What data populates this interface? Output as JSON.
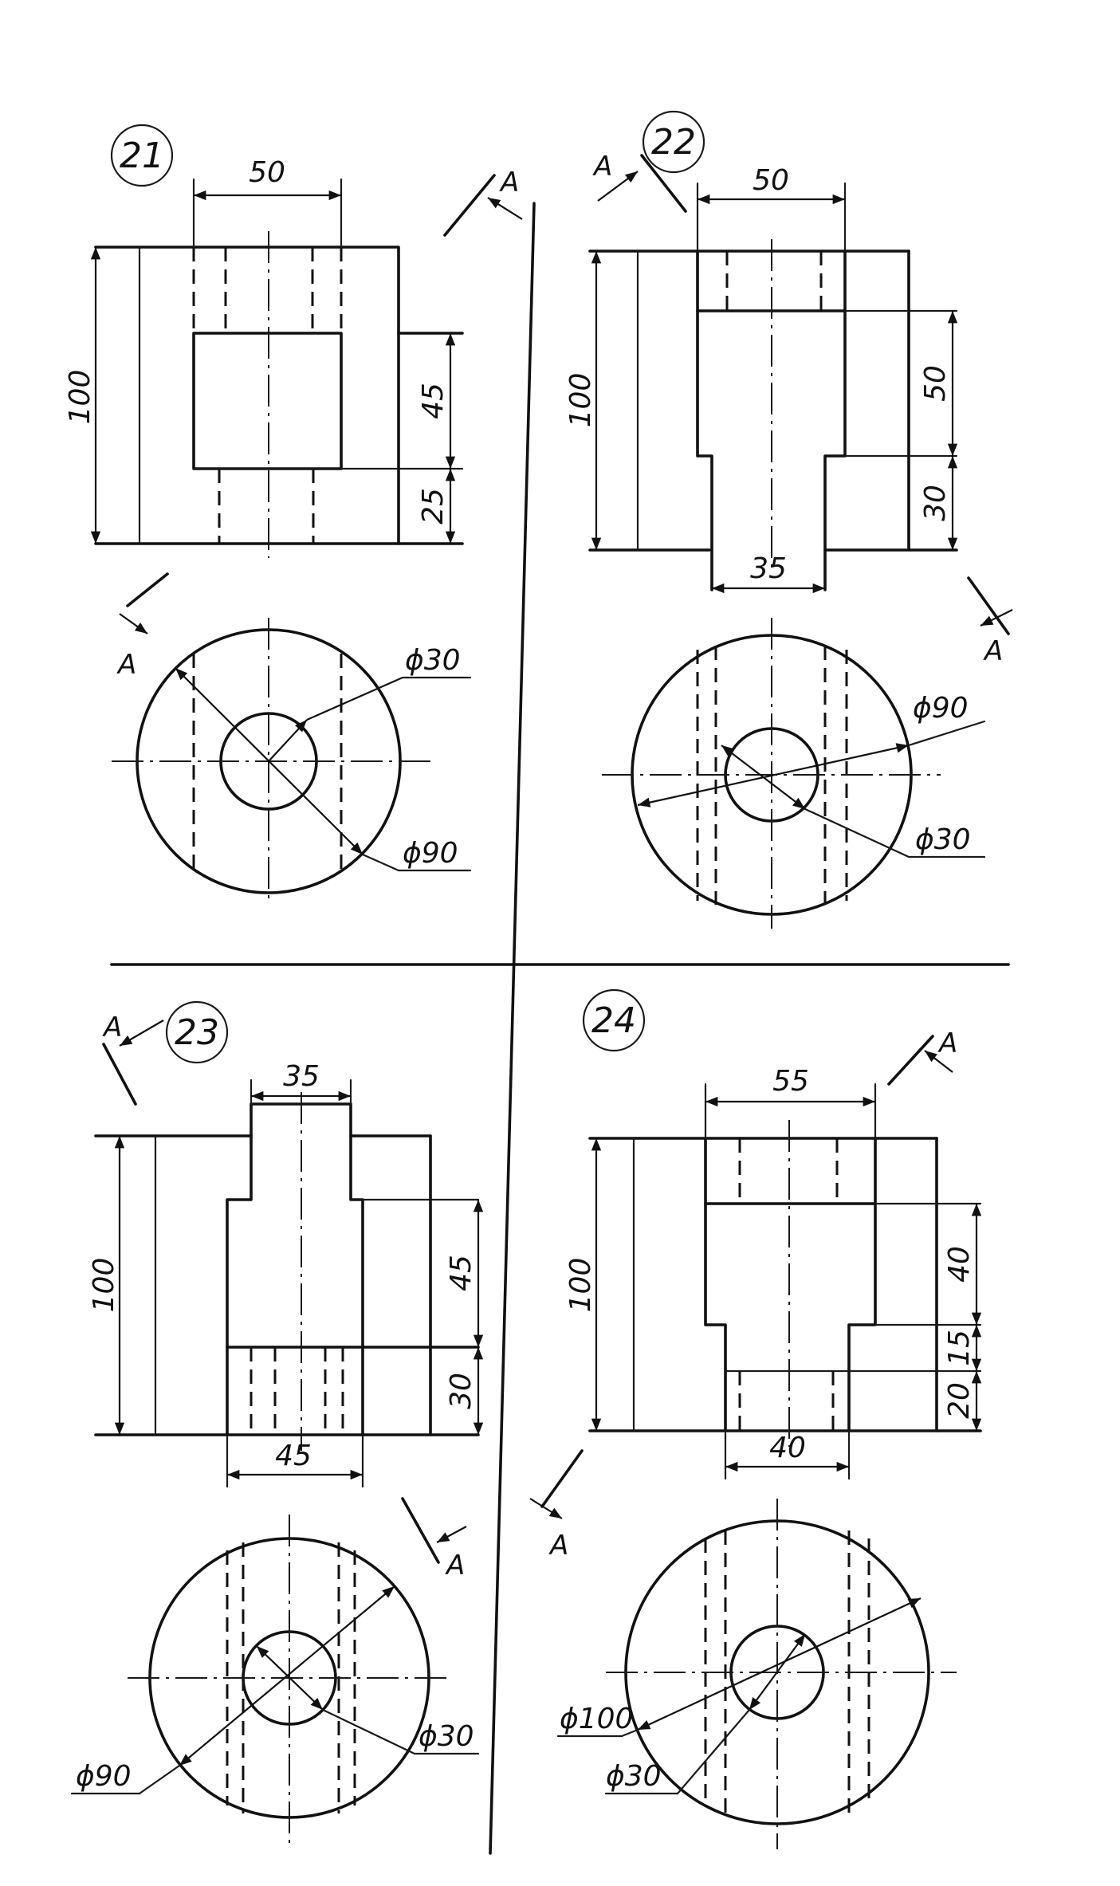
{
  "problems": [
    {
      "number": "21",
      "section": "A",
      "dims": {
        "width": "50",
        "height": "100",
        "upper": "45",
        "lower": "25",
        "bore": "ϕ30",
        "outer": "ϕ90"
      }
    },
    {
      "number": "22",
      "section": "A",
      "dims": {
        "width": "50",
        "height": "100",
        "upper": "50",
        "lower": "30",
        "bottom": "35",
        "outer": "ϕ90",
        "bore": "ϕ30"
      }
    },
    {
      "number": "23",
      "section": "A",
      "dims": {
        "top": "35",
        "height": "100",
        "upper": "45",
        "lower": "30",
        "bottom": "45",
        "outer": "ϕ90",
        "bore": "ϕ30"
      }
    },
    {
      "number": "24",
      "section": "A",
      "dims": {
        "width": "55",
        "height": "100",
        "upper": "40",
        "middle": "15",
        "lower": "20",
        "bottom": "40",
        "outer": "ϕ100",
        "bore": "ϕ30"
      }
    }
  ]
}
